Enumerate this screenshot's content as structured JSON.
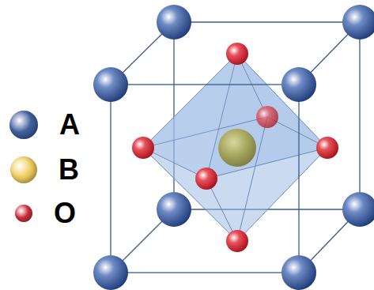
{
  "diagram": {
    "legend": [
      {
        "text": "A",
        "color": "#3f5f9e"
      },
      {
        "text": "B",
        "color": "#f2d060"
      },
      {
        "text": "O",
        "color": "#d8323e"
      }
    ]
  }
}
